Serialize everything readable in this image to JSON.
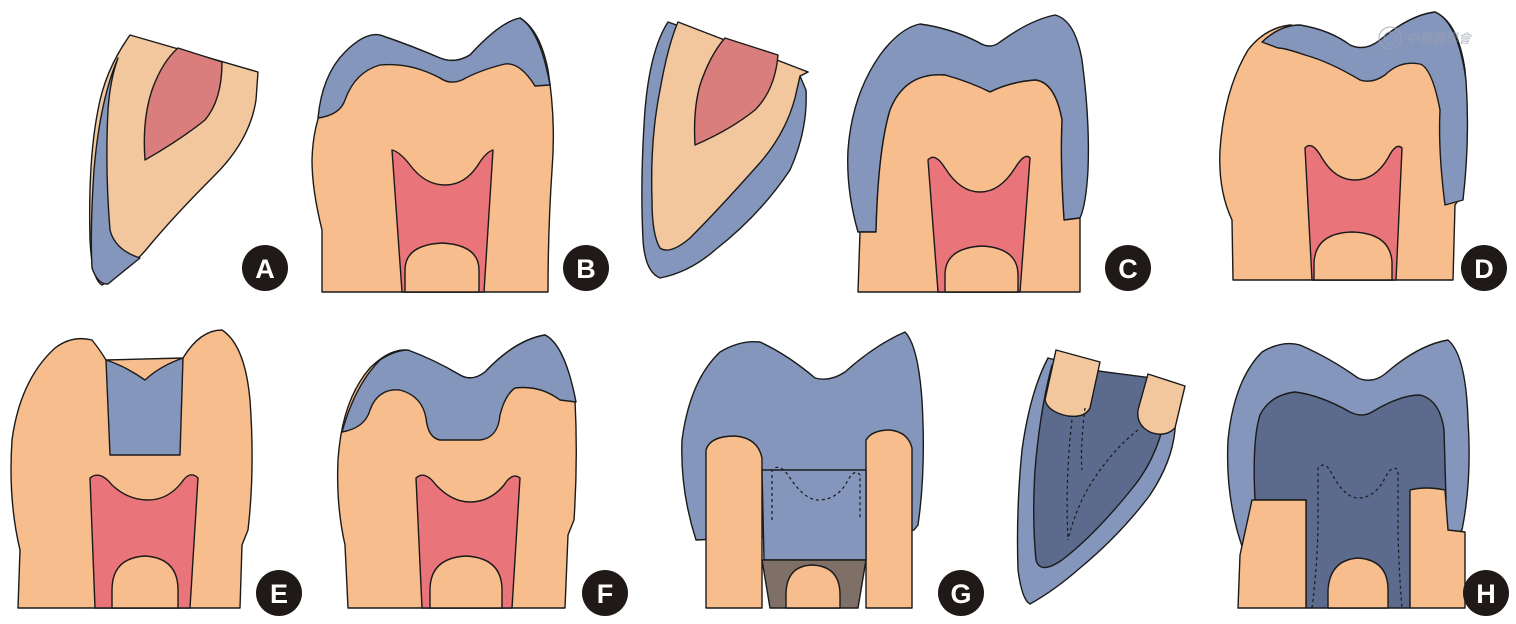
{
  "panels": [
    {
      "label": "A"
    },
    {
      "label": "B"
    },
    {
      "label": "C"
    },
    {
      "label": "D"
    },
    {
      "label": "E"
    },
    {
      "label": "F"
    },
    {
      "label": "G"
    },
    {
      "label": "H"
    }
  ],
  "watermark": {
    "text": "中華醫學會"
  },
  "colors": {
    "enamel": "#f7bd8c",
    "enamel_light": "#f2c79d",
    "pulp": "#e9747a",
    "pulp_light": "#d97e7c",
    "restoration": "#8496bb",
    "restoration_dark": "#5b6a8d",
    "cement": "#7e7067",
    "badge": "#1f1a17"
  }
}
